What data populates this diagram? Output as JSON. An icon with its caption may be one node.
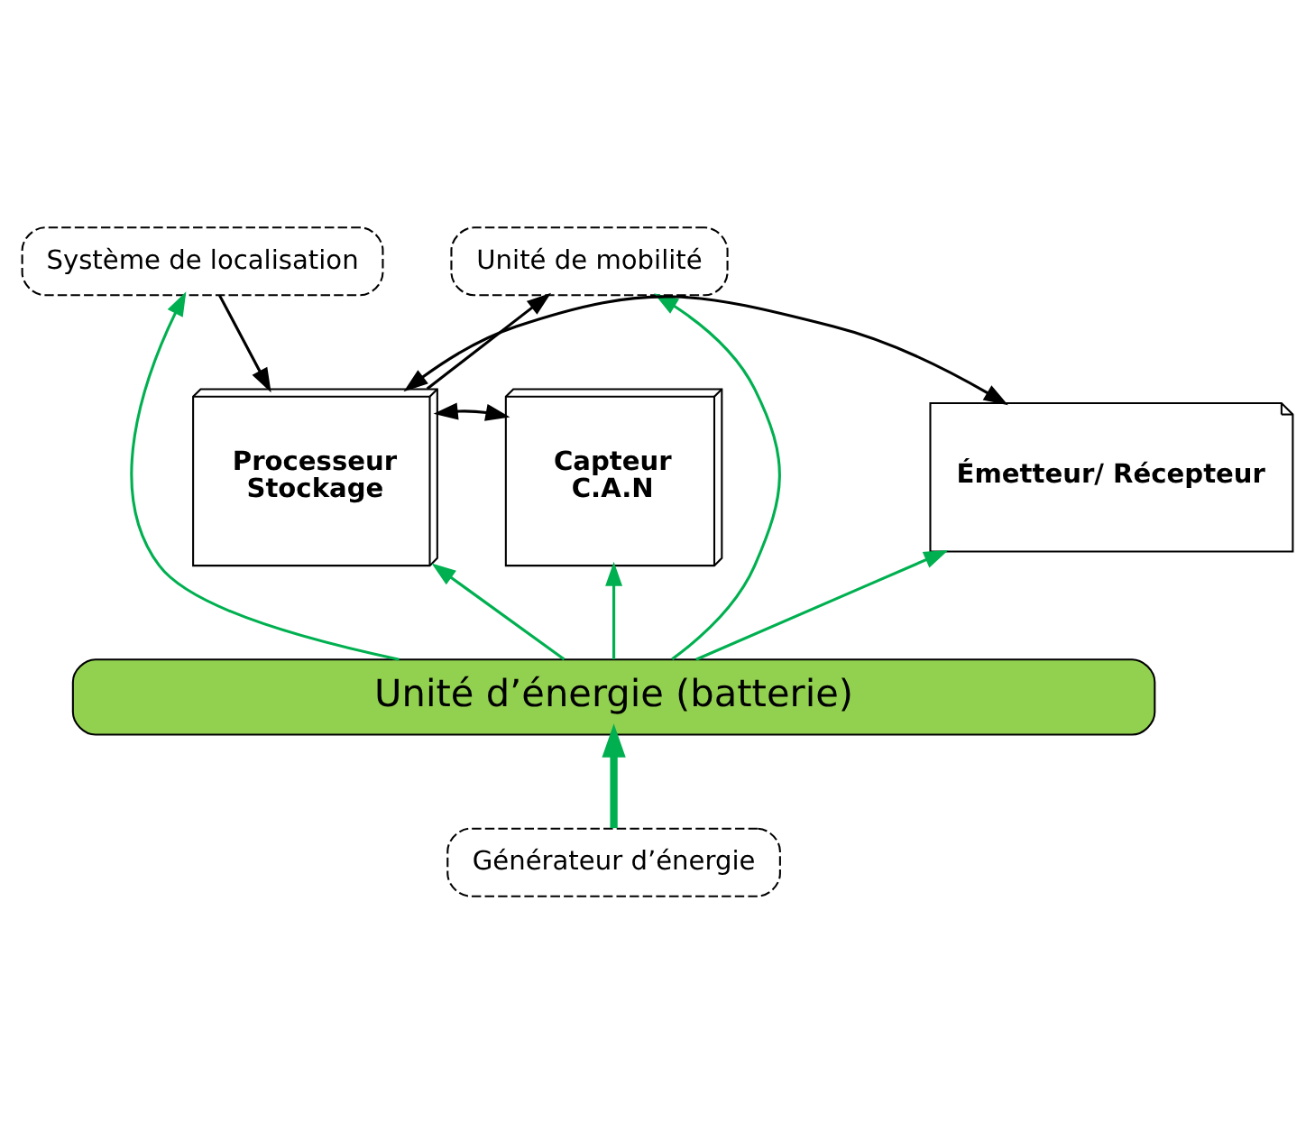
{
  "diagram": {
    "nodes": [
      {
        "text": [
          "Système de localisation"
        ]
      },
      {
        "text": [
          "Unité de mobilité"
        ]
      },
      {
        "text": [
          "Capteur",
          "C.A.N"
        ]
      },
      {
        "text": [
          "Processeur",
          "Stockage"
        ]
      },
      {
        "text": [
          "Émetteur/ Récepteur"
        ]
      },
      {
        "text": [
          "Unité d’énergie (batterie)"
        ]
      },
      {
        "text": [
          "Générateur d’énergie"
        ]
      }
    ],
    "edges": [
      {
        "from": 0,
        "to": 3,
        "arrow": "to",
        "color": "#000000"
      },
      {
        "from": 3,
        "to": 1,
        "arrow": "to",
        "color": "#000000"
      },
      {
        "from": 2,
        "to": 3,
        "arrow": "both",
        "color": "#000000"
      },
      {
        "from": 3,
        "to": 4,
        "arrow": "both",
        "color": "#000000"
      },
      {
        "from": 5,
        "to": 0,
        "arrow": "to"
      },
      {
        "from": 5,
        "to": 2,
        "arrow": "to"
      },
      {
        "from": 5,
        "to": 3,
        "arrow": "to"
      },
      {
        "from": 5,
        "to": 4,
        "arrow": "to"
      },
      {
        "from": 5,
        "to": 1,
        "arrow": "to"
      },
      {
        "from": 6,
        "to": 5,
        "arrow": "to",
        "style": "thick"
      }
    ]
  }
}
